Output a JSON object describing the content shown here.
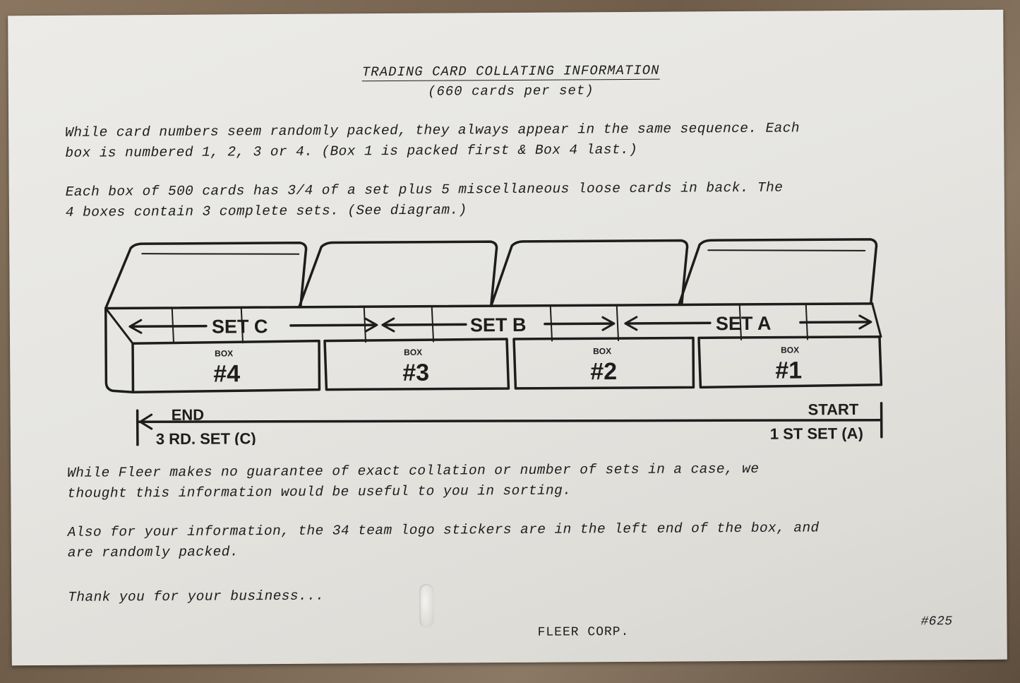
{
  "header": {
    "title": "TRADING CARD COLLATING INFORMATION",
    "subtitle": "(660 cards per set)"
  },
  "paragraphs": {
    "p1": "While card numbers seem randomly packed, they always appear in the same sequence.  Each\nbox is numbered 1, 2, 3 or 4.  (Box 1 is packed first & Box 4 last.)",
    "p2": "Each box of 500 cards has 3/4 of a set plus 5 miscellaneous loose cards in back.  The\n4 boxes contain 3 complete sets.  (See diagram.)",
    "p3": "While Fleer makes no guarantee of exact collation or number of sets in a case, we\nthought this information would be useful to you in sorting.",
    "p4": "Also for your information, the 34 team logo stickers are in the left end of the box, and\nare randomly packed.",
    "p5": "Thank you for your business..."
  },
  "diagram": {
    "box_small_label": "BOX",
    "boxes": [
      {
        "number": "#4"
      },
      {
        "number": "#3"
      },
      {
        "number": "#2"
      },
      {
        "number": "#1"
      }
    ],
    "sets": {
      "c": "SET C",
      "b": "SET B",
      "a": "SET A"
    },
    "end_label": "END",
    "end_set_label": "3 RD. SET (C)",
    "start_label": "START",
    "start_set_label": "1 ST SET (A)"
  },
  "footer": {
    "company": "FLEER CORP.",
    "code": "#625"
  }
}
